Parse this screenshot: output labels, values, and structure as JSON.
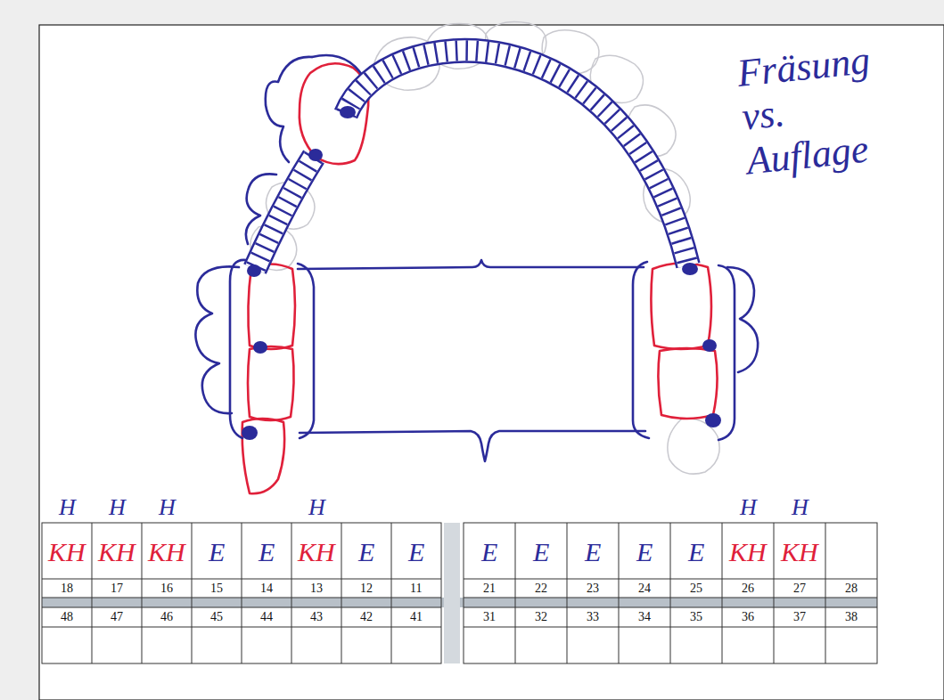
{
  "diagram": {
    "labels": [
      "Fräsung vs. Auflage",
      "H",
      "H",
      "H",
      "H",
      "H",
      "H",
      "KH",
      "KH",
      "KH",
      "E",
      "E",
      "KH",
      "E",
      "E",
      "E",
      "E",
      "E",
      "E",
      "E",
      "KH",
      "KH",
      "18",
      "17",
      "16",
      "15",
      "14",
      "13",
      "12",
      "11",
      "21",
      "22",
      "23",
      "24",
      "25",
      "26",
      "27",
      "28",
      "48",
      "47",
      "46",
      "45",
      "44",
      "43",
      "42",
      "41",
      "31",
      "32",
      "33",
      "34",
      "35",
      "36",
      "37",
      "38"
    ]
  }
}
